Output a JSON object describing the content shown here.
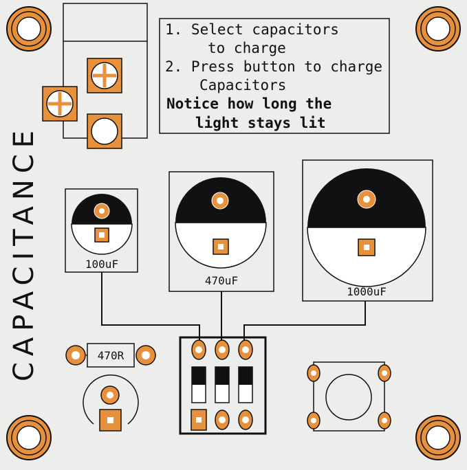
{
  "board": {
    "title": "CAPACITANCE",
    "colors": {
      "background": "#ededeb",
      "copper": "#e8913c",
      "ink": "#111111"
    }
  },
  "instructions": {
    "line1": "1. Select capacitors",
    "line2": "to charge",
    "line3": "2. Press button to charge",
    "line4": "Capacitors",
    "line5": "Notice how long the",
    "line6": "light stays lit"
  },
  "capacitors": [
    {
      "label": "100uF"
    },
    {
      "label": "470uF"
    },
    {
      "label": "1000uF"
    }
  ],
  "resistor": {
    "label": "470R"
  },
  "components": {
    "mounting_holes": [
      "mounting-hole-icon",
      "mounting-hole-icon",
      "mounting-hole-icon",
      "mounting-hole-icon"
    ],
    "dip_switch_positions": 3,
    "push_button": "tactile-push-button",
    "led": "led-footprint",
    "potentiometer": "potentiometer-footprint"
  }
}
